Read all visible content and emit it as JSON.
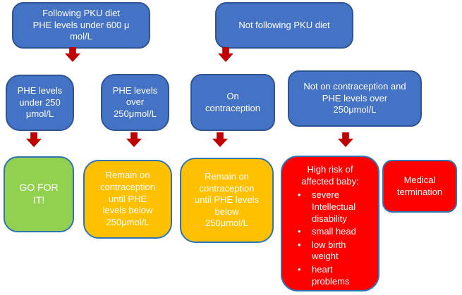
{
  "colors": {
    "box_blue": "#4472C4",
    "box_blue_border": "#2F5597",
    "box_green": "#92D050",
    "box_orange": "#FFC000",
    "box_red": "#FF0000",
    "colored_box_border": "#2E75B6",
    "arrow_red": "#C00000",
    "text_white": "#FFFFFF",
    "background": "#FFFFFF"
  },
  "flowchart": {
    "row1": {
      "following_diet": "Following PKU diet\nPHE levels under 600 μ\nmol/L",
      "not_following_diet": "Not following PKU diet"
    },
    "row2": {
      "phe_under_250": "PHE levels\nunder 250\nμmol/L",
      "phe_over_250": "PHE levels\nover\n250μmol/L",
      "on_contraception": "On\ncontraception",
      "not_on_contraception": "Not on contraception and\nPHE levels over\n250μmol/L"
    },
    "row3": {
      "go_for_it": "GO FOR\nIT!",
      "remain_contraception_1": "Remain on\ncontraception\nuntil PHE\nlevels below\n250μmol/L",
      "remain_contraception_2": "Remain on\ncontraception\nuntil PHE levels\nbelow\n250μmol/L",
      "high_risk_title": "High risk of\naffected baby:",
      "high_risk_bullets": [
        "severe\nIntellectual\ndisability",
        "small head",
        "low birth\nweight",
        "heart\nproblems"
      ],
      "medical_termination": "Medical\ntermination"
    }
  }
}
